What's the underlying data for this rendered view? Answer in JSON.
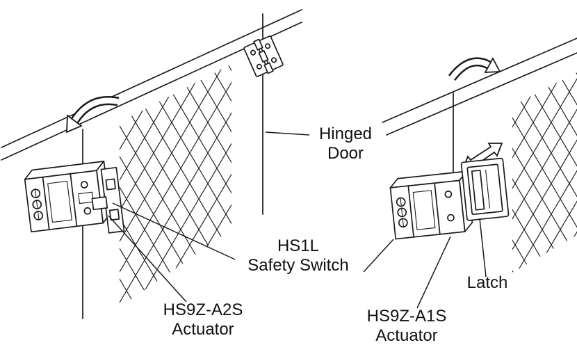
{
  "page": {
    "colors": {
      "line": "#1a1a1a",
      "background": "#ffffff",
      "text": "#111111"
    }
  },
  "labels": {
    "hinged_door": {
      "line1": "Hinged",
      "line2": "Door"
    },
    "safety_switch": {
      "line1": "HS1L",
      "line2": "Safety Switch"
    },
    "latch": "Latch",
    "actuator_a2s": {
      "line1": "HS9Z-A2S",
      "line2": "Actuator"
    },
    "actuator_a1s": {
      "line1": "HS9Z-A1S",
      "line2": "Actuator"
    }
  }
}
